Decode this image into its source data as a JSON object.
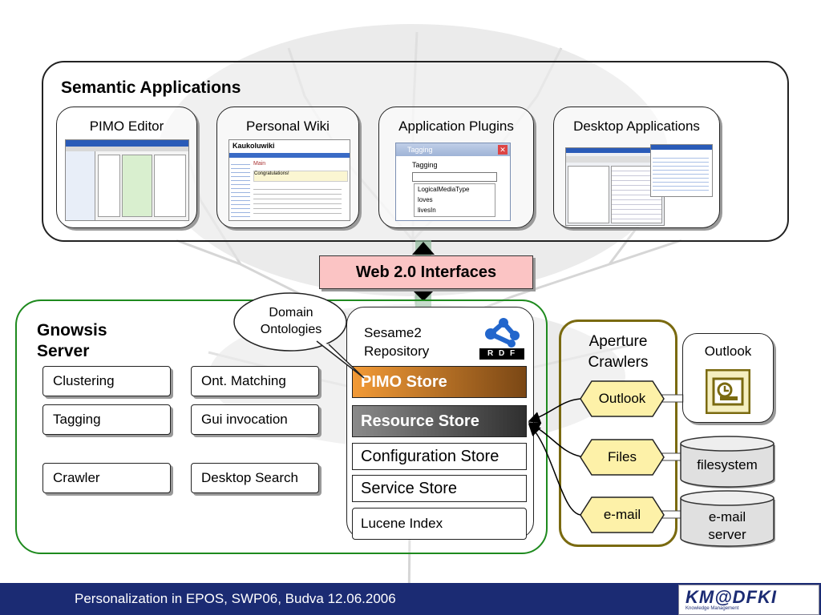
{
  "semantic_apps": {
    "title": "Semantic Applications",
    "cards": [
      {
        "label": "PIMO Editor"
      },
      {
        "label": "Personal Wiki",
        "logo": "Kaukoluwiki",
        "heading": "Main",
        "subheading": "Congratulations!"
      },
      {
        "label": "Application Plugins",
        "dialog_title": "Tagging",
        "dialog_field": "Tagging",
        "options": [
          "LogicalMediaType",
          "loves",
          "livesIn"
        ]
      },
      {
        "label": "Desktop Applications"
      }
    ]
  },
  "web20": {
    "label": "Web 2.0 Interfaces"
  },
  "gnowsis": {
    "title_line1": "Gnowsis",
    "title_line2": "Server",
    "services": [
      "Clustering",
      "Ont. Matching",
      "Tagging",
      "Gui invocation",
      "Crawler",
      "Desktop Search"
    ]
  },
  "domain_bubble": {
    "line1": "Domain",
    "line2": "Ontologies"
  },
  "sesame": {
    "line1": "Sesame2",
    "line2": "Repository",
    "rdf_logo": "R D F",
    "stores": [
      "PIMO Store",
      "Resource Store",
      "Configuration Store",
      "Service Store",
      "Lucene Index"
    ]
  },
  "aperture": {
    "title_line1": "Aperture",
    "title_line2": "Crawlers",
    "crawlers": [
      "Outlook",
      "Files",
      "e-mail"
    ]
  },
  "sources": {
    "outlook": {
      "label": "Outlook",
      "icon": "outlook-icon"
    },
    "filesystem": {
      "label": "filesystem"
    },
    "email_server": {
      "line1": "e-mail",
      "line2": "server"
    }
  },
  "footer": {
    "text": "Personalization in EPOS, SWP06, Budva 12.06.2006",
    "logo": "KM@DFKI",
    "logo_sub": "Knowledge Management"
  },
  "colors": {
    "web20_fill": "#fbc4c4",
    "gnowsis_border": "#1e8a1e",
    "aperture_border": "#7a6a10",
    "hex_fill": "#fdf1a8",
    "pimo_store_gradient": [
      "#f29a36",
      "#7a4715"
    ],
    "resource_store_gradient": [
      "#8a8a8a",
      "#2f2f2f"
    ],
    "footer_bg": "#1b2b73"
  }
}
